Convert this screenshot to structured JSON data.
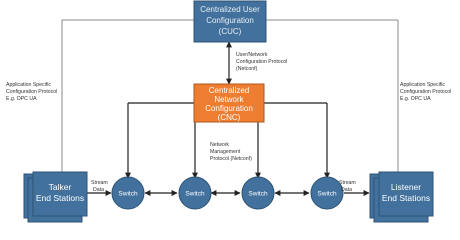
{
  "cuc": {
    "line1": "Centralized User",
    "line2": "Configuration",
    "line3": "(CUC)"
  },
  "cnc": {
    "line1": "Centralized",
    "line2": "Network",
    "line3": "Configuration",
    "line4": "(CNC)"
  },
  "talker": {
    "line1": "Talker",
    "line2": "End Stations"
  },
  "listener": {
    "line1": "Listener",
    "line2": "End Stations"
  },
  "switch_label": "Switch",
  "labels": {
    "user_network_1": "User/Network",
    "user_network_2": "Configuration Protocol",
    "user_network_3": "(Netconf)",
    "network_mgmt_1": "Network",
    "network_mgmt_2": "Management",
    "network_mgmt_3": "Protocol (Netconf)",
    "app_left_1": "Application Specific",
    "app_left_2": "Configuration Protocol",
    "app_left_3": "E.g. OPC UA",
    "app_right_1": "Application Specific",
    "app_right_2": "Configuration Protocol",
    "app_right_3": "E.g. OPC UA",
    "stream_left_1": "Stream",
    "stream_left_2": "Data",
    "stream_right_1": "Stream",
    "stream_right_2": "Data"
  },
  "colors": {
    "blue_box": "#41719c",
    "orange_box": "#ed7d31",
    "switch": "#41719c",
    "line": "#555555"
  }
}
